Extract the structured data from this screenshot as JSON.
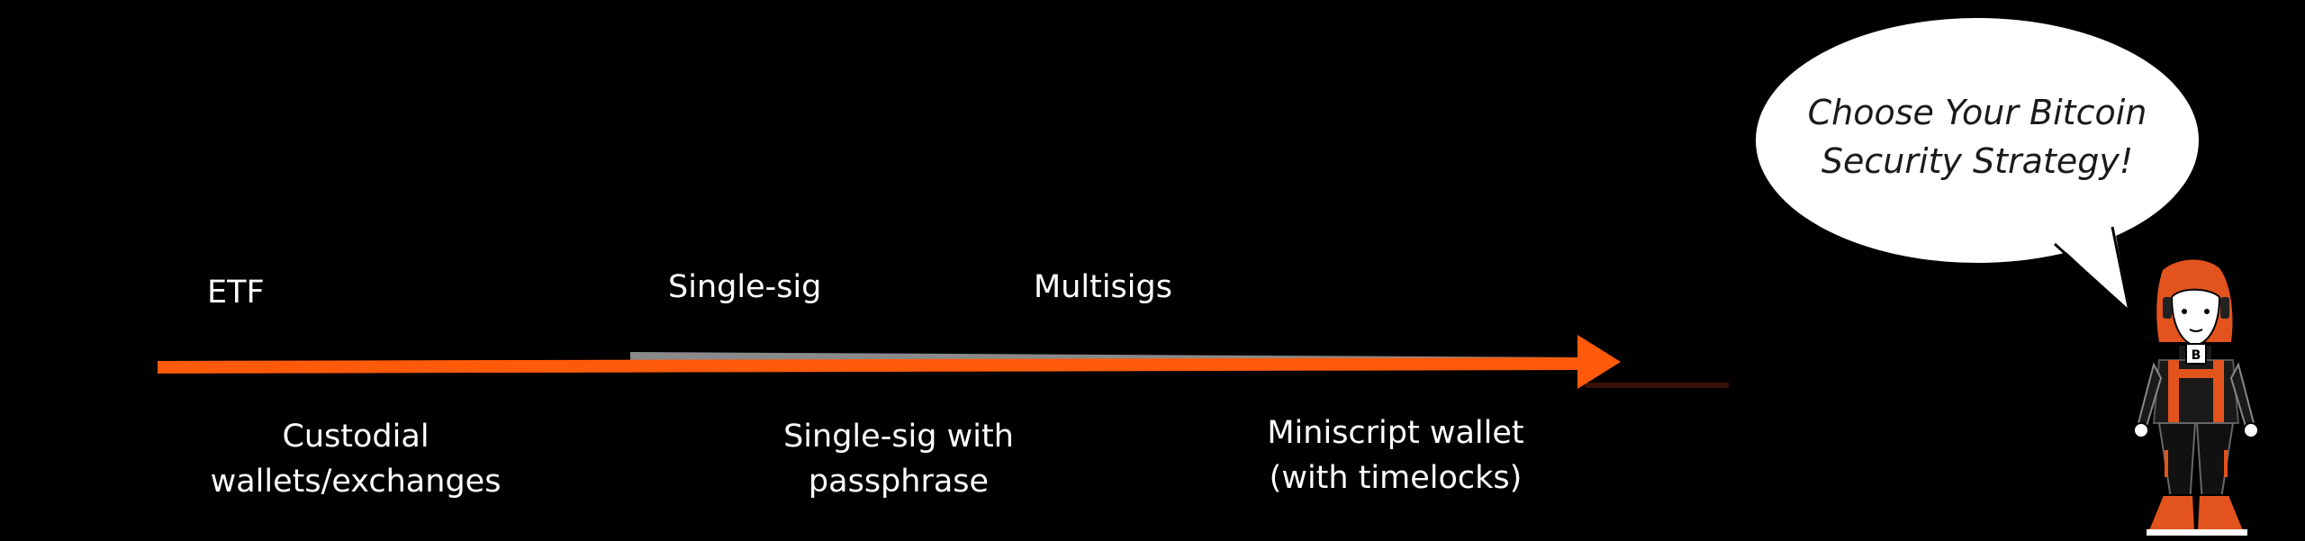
{
  "diagram": {
    "top_labels": [
      "ETF",
      "Single-sig",
      "Multisigs"
    ],
    "bottom_labels": [
      [
        "Custodial",
        "wallets/exchanges"
      ],
      [
        "Single-sig with",
        "passphrase"
      ],
      [
        "Miniscript wallet",
        "(with timelocks)"
      ]
    ]
  },
  "speech_bubble": {
    "lines": [
      "Choose Your Bitcoin",
      "Security Strategy!"
    ]
  },
  "colors": {
    "background": "#000000",
    "arrow_orange": "#ff5a0a",
    "arrow_grey": "#8a8a8a",
    "bubble_fill": "#ffffff",
    "text": "#ffffff"
  },
  "icons": {
    "mascot": "bitcoin-mascot-character-icon",
    "arrow": "progression-arrow-icon"
  }
}
